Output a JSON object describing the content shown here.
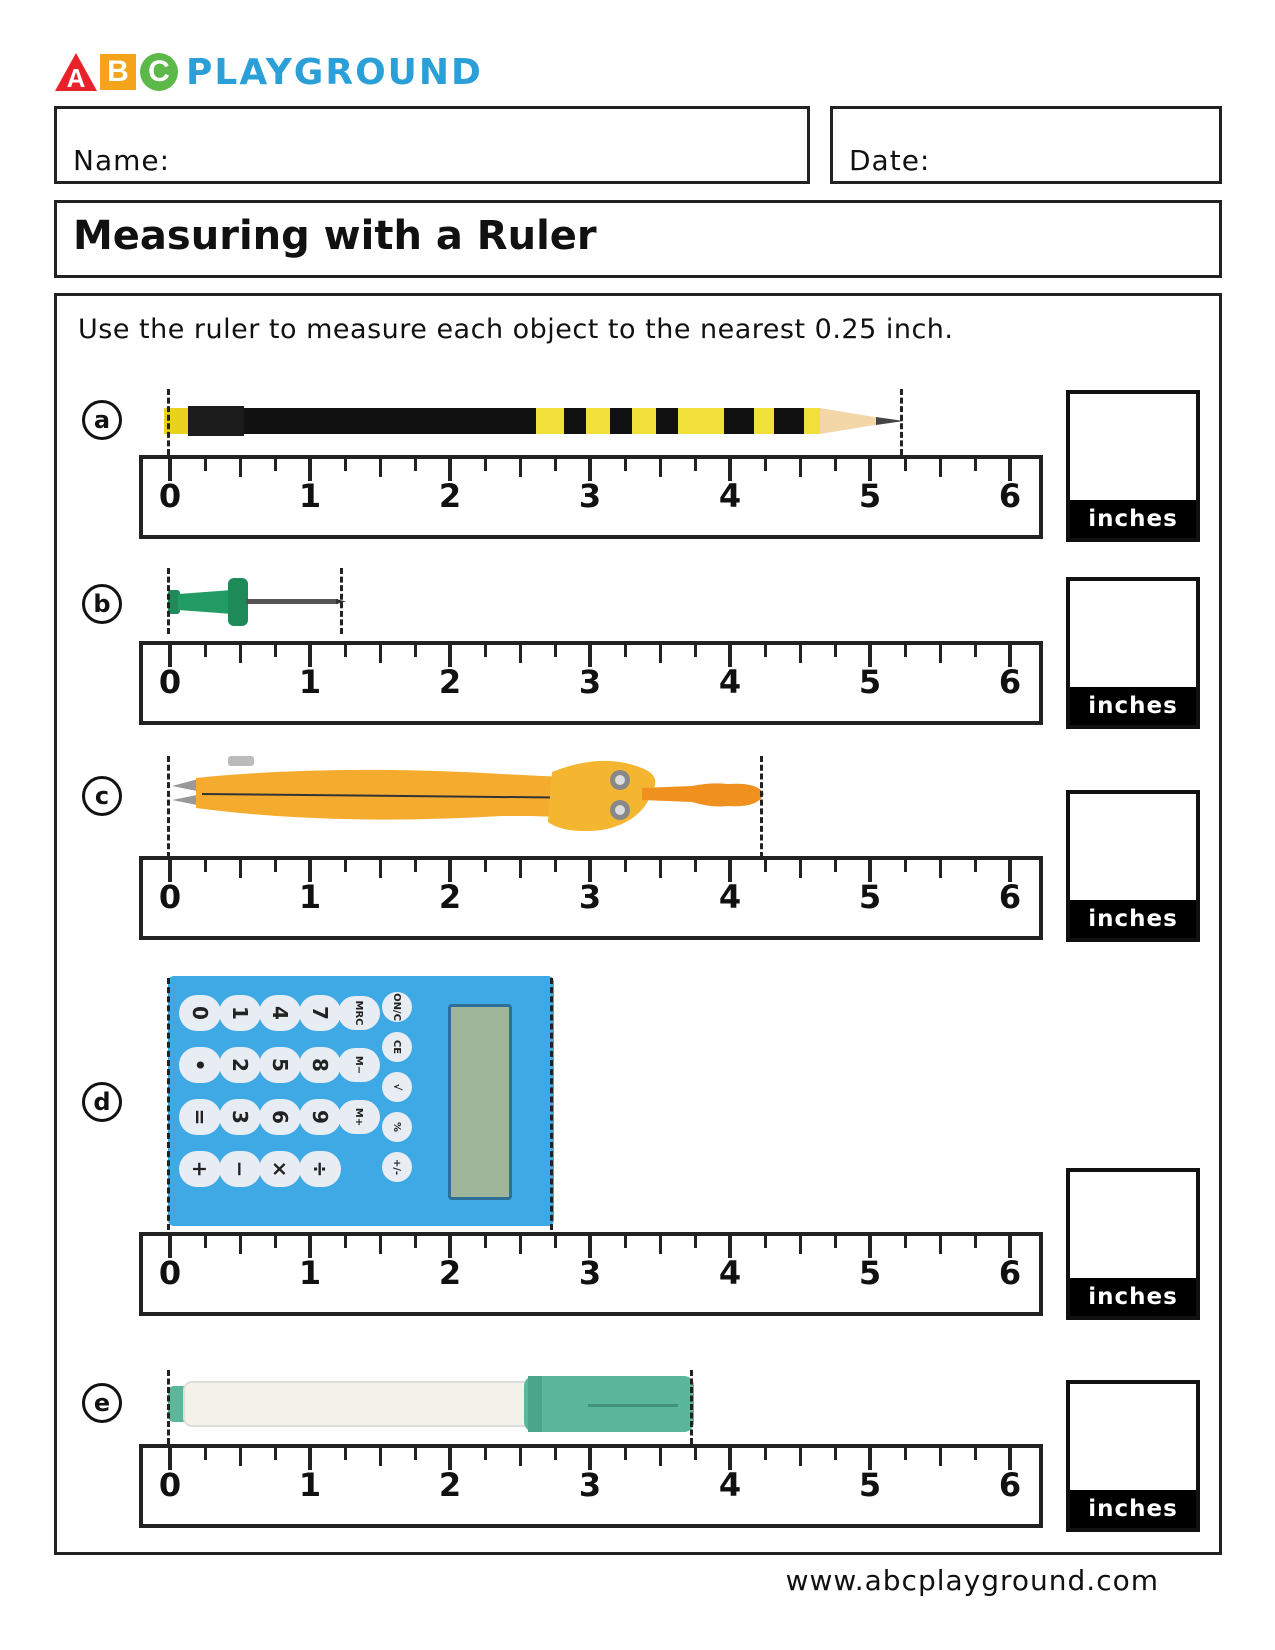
{
  "logo": {
    "letter_a": "A",
    "letter_b": "B",
    "letter_c": "C",
    "text": "PLAYGROUND",
    "colors": {
      "a": "#e8212a",
      "b": "#f5a31a",
      "c": "#5cb848",
      "text": "#2a9fd8"
    }
  },
  "header": {
    "name_label": "Name:",
    "date_label": "Date:"
  },
  "title": "Measuring with a Ruler",
  "instructions": "Use the ruler to measure each object to the nearest 0.25 inch.",
  "ruler_numbers": [
    "0",
    "1",
    "2",
    "3",
    "4",
    "5",
    "6"
  ],
  "unit_label": "inches",
  "items": [
    {
      "label": "a",
      "object": "pencil-icon",
      "end_inches": 5.25
    },
    {
      "label": "b",
      "object": "push-pin-icon",
      "end_inches": 1.25
    },
    {
      "label": "c",
      "object": "compass-icon",
      "end_inches": 4.25
    },
    {
      "label": "d",
      "object": "calculator-icon",
      "end_inches": 2.75
    },
    {
      "label": "e",
      "object": "marker-icon",
      "end_inches": 3.75
    }
  ],
  "calculator_keys": {
    "row0": [
      "0",
      "•",
      "=",
      "+"
    ],
    "row1": [
      "1",
      "2",
      "3",
      "−"
    ],
    "row2": [
      "4",
      "5",
      "6",
      "×"
    ],
    "row3": [
      "7",
      "8",
      "9",
      "÷"
    ],
    "row4": [
      "MRC",
      "M−",
      "M+"
    ],
    "row5": [
      "ON/C",
      "CE",
      "√",
      "%",
      "+/-"
    ]
  },
  "footer_url": "www.abcplayground.com"
}
